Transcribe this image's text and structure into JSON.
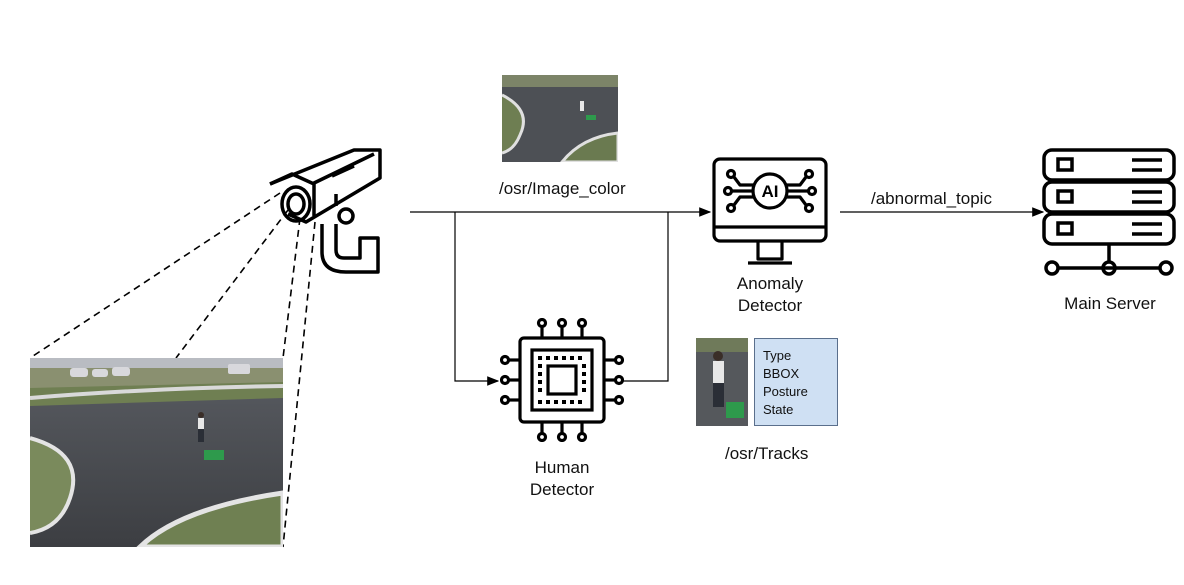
{
  "labels": {
    "image_topic": "/osr/Image_color",
    "abnormal_topic": "/abnormal_topic",
    "tracks_topic": "/osr/Tracks",
    "anomaly_detector": [
      "Anomaly",
      "Detector"
    ],
    "human_detector": [
      "Human",
      "Detector"
    ],
    "main_server": "Main Server",
    "ai_badge": "AI"
  },
  "track_attributes": [
    "Type",
    "BBOX",
    "Posture",
    "State"
  ],
  "icons": {
    "camera": "cctv-camera-icon",
    "detector": "ai-monitor-icon",
    "chip": "processor-chip-icon",
    "server": "server-rack-icon"
  },
  "colors": {
    "attribute_box_fill": "#cfe0f3",
    "line": "#000000"
  }
}
